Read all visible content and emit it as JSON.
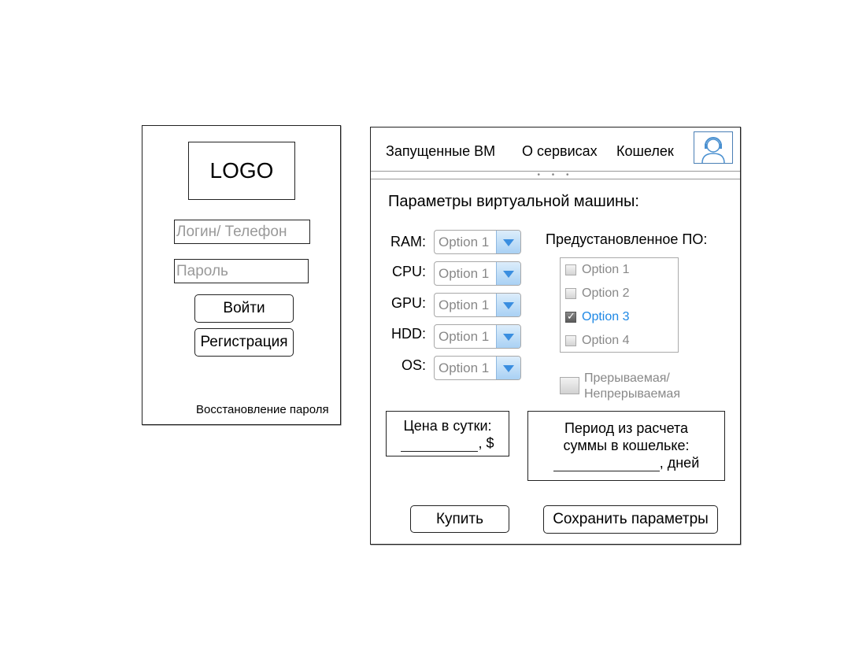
{
  "login_panel": {
    "logo_text": "LOGO",
    "login_placeholder": "Логин/ Телефон",
    "password_placeholder": "Пароль",
    "login_button": "Войти",
    "register_button": "Регистрация",
    "restore_link": "Восстановление пароля"
  },
  "navbar": {
    "items": [
      "Запущенные ВМ",
      "О сервисах",
      "Кошелек"
    ],
    "avatar_icon": "user-headset-icon",
    "splitter_text": "• • •"
  },
  "vm_params": {
    "title": "Параметры виртуальной машины:",
    "params": [
      {
        "label": "RAM:",
        "value": "Option 1"
      },
      {
        "label": "CPU:",
        "value": "Option 1"
      },
      {
        "label": "GPU:",
        "value": "Option 1"
      },
      {
        "label": "HDD:",
        "value": "Option 1"
      },
      {
        "label": "OS:",
        "value": "Option 1"
      }
    ]
  },
  "preinstalled_software": {
    "title": "Предустановленное ПО:",
    "options": [
      {
        "label": "Option 1",
        "checked": false
      },
      {
        "label": "Option 2",
        "checked": false
      },
      {
        "label": "Option 3",
        "checked": true
      },
      {
        "label": "Option 4",
        "checked": false
      }
    ],
    "checked_color": "#1e88e5"
  },
  "interruptible": {
    "line1": "Прерываемая/",
    "line2": "Непрерываемая"
  },
  "price": {
    "line1": "Цена в сутки:",
    "suffix": ", $"
  },
  "period": {
    "line1": "Период из расчета",
    "line2": "суммы в кошельке:",
    "suffix": ", дней"
  },
  "actions": {
    "buy_label": "Купить",
    "save_label": "Сохранить параметры"
  }
}
